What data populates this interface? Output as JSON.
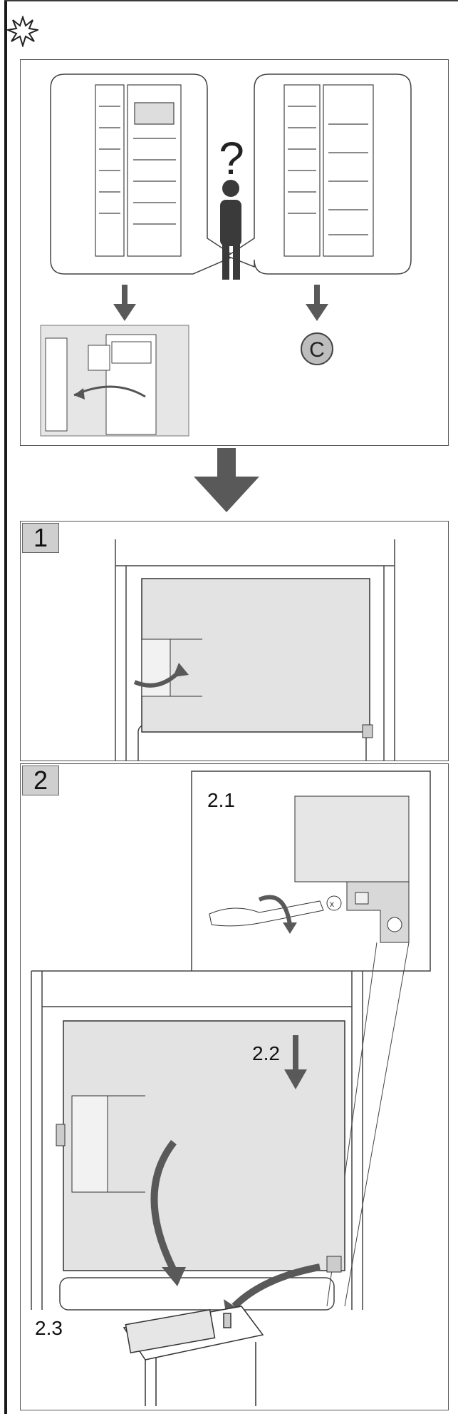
{
  "steps": {
    "step1": {
      "number": "1"
    },
    "step2": {
      "number": "2"
    }
  },
  "sub_steps": {
    "s21": "2.1",
    "s22": "2.2",
    "s23": "2.3"
  },
  "question_mark": "?",
  "option_c": "C",
  "colors": {
    "arrow": "#595959",
    "panel_fill": "#e6e6e6",
    "line": "#333333",
    "badge": "#cfcfcf"
  }
}
